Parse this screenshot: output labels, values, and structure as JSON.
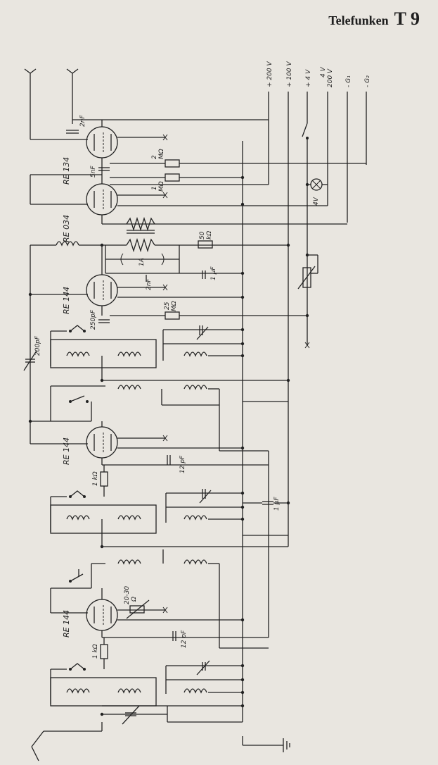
{
  "header": {
    "brand": "Telefunken",
    "model": "T 9"
  },
  "rails": [
    "+ 200 V",
    "+ 100 V",
    "+ 4 V",
    "4 V\n200 V",
    "- G1",
    "- G2"
  ],
  "rail_labels": {
    "r1": "+ 200 V",
    "r2": "+ 100 V",
    "r3": "+ 4 V",
    "r4a": "4 V",
    "r4b": "200 V",
    "r5": "- G₁",
    "r6": "- G₂"
  },
  "tubes": {
    "t1": "RE 134",
    "t2": "RE 034",
    "t3": "RE 144",
    "t4": "RE 144",
    "t5": "RE 144"
  },
  "components": {
    "c_2nf_top": "2nF",
    "c_5nf": "5nF",
    "r_2m": "2",
    "r_2m_u": "MΩ",
    "r_1m": "1",
    "r_1m_u": "MΩ",
    "r_50k": "50",
    "r_50k_u": "kΩ",
    "tr_1a": "1A",
    "c_2nf_mid": "2nF",
    "c_1uf_a": "1 µF",
    "c_250pf": "250pF",
    "r_25m": "25",
    "r_25m_u": "MΩ",
    "c_200pf": "200pF",
    "c_12pf_a": "12 pF",
    "r_1k_a": "1 kΩ",
    "c_1uf_b": "1 µF",
    "r_2030": "20-30",
    "r_2030_u": "Ω",
    "c_12pf_b": "12 pF",
    "r_1k_b": "1 kΩ",
    "lamp_4v": "4V"
  }
}
